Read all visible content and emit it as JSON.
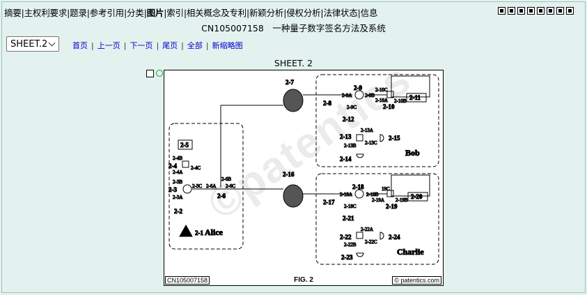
{
  "nav": {
    "items": [
      "摘要",
      "主权利要求",
      "题录",
      "参考引用",
      "分类",
      "图片",
      "索引",
      "相关概念及专利",
      "新颖分析",
      "侵权分析",
      "法律状态",
      "信息"
    ],
    "active_index": 5
  },
  "document": {
    "title": "CN105007158　一种量子数字签名方法及系统"
  },
  "sheet_select": {
    "value": "SHEET.2"
  },
  "pager": {
    "first": "首页",
    "prev": "上一页",
    "next": "下一页",
    "last": "尾页",
    "all": "全部",
    "thumbs": "新缩略图"
  },
  "sheet_label": "SHEET. 2",
  "figure": {
    "doc_id": "CN105007158",
    "name": "FIG. 2",
    "source": "© patentics.com",
    "watermark": "©patentics",
    "labels": {
      "alice": "Alice",
      "bob": "Bob",
      "charlie": "Charlie",
      "n2_1": "2-1",
      "n2_2": "2-2",
      "n2_3": "2-3",
      "n2_3A": "2-3A",
      "n2_3B": "2-3B",
      "n2_3C": "2-3C",
      "n2_4": "2-4",
      "n2_4A": "2-4A",
      "n2_4B": "2-4B",
      "n2_4C": "2-4C",
      "n2_5": "2-5",
      "n2_6": "2-6",
      "n2_6A": "2-6A",
      "n2_6B": "2-6B",
      "n2_6C": "2-6C",
      "n2_7": "2-7",
      "n2_8": "2-8",
      "n2_9": "2-9",
      "n2_9A": "2-9A",
      "n2_9B": "2-9B",
      "n2_9C": "2-9C",
      "n2_10": "2-10",
      "n2_10A": "2-10A",
      "n2_10B": "2-10B",
      "n2_10C": "2-10C",
      "n2_11": "2-11",
      "n2_12": "2-12",
      "n2_13": "2-13",
      "n2_13A": "2-13A",
      "n2_13B": "2-13B",
      "n2_13C": "2-13C",
      "n2_14": "2-14",
      "n2_15": "2-15",
      "n2_16": "2-16",
      "n2_17": "2-17",
      "n2_18": "2-18",
      "n2_18A": "2-18A",
      "n2_18B": "2-18B",
      "n2_18C": "2-18C",
      "n2_19": "2-19",
      "n2_19A": "2-19A",
      "n2_19B": "2-19B",
      "n2_19C": "19C",
      "n2_20": "2-20",
      "n2_21": "2-21",
      "n2_22": "2-22",
      "n2_22A": "2-22A",
      "n2_22B": "2-22B",
      "n2_22C": "2-22C",
      "n2_23": "2-23",
      "n2_24": "2-24"
    }
  },
  "colors": {
    "background": "#e3f2ef",
    "link": "#0000cc"
  }
}
